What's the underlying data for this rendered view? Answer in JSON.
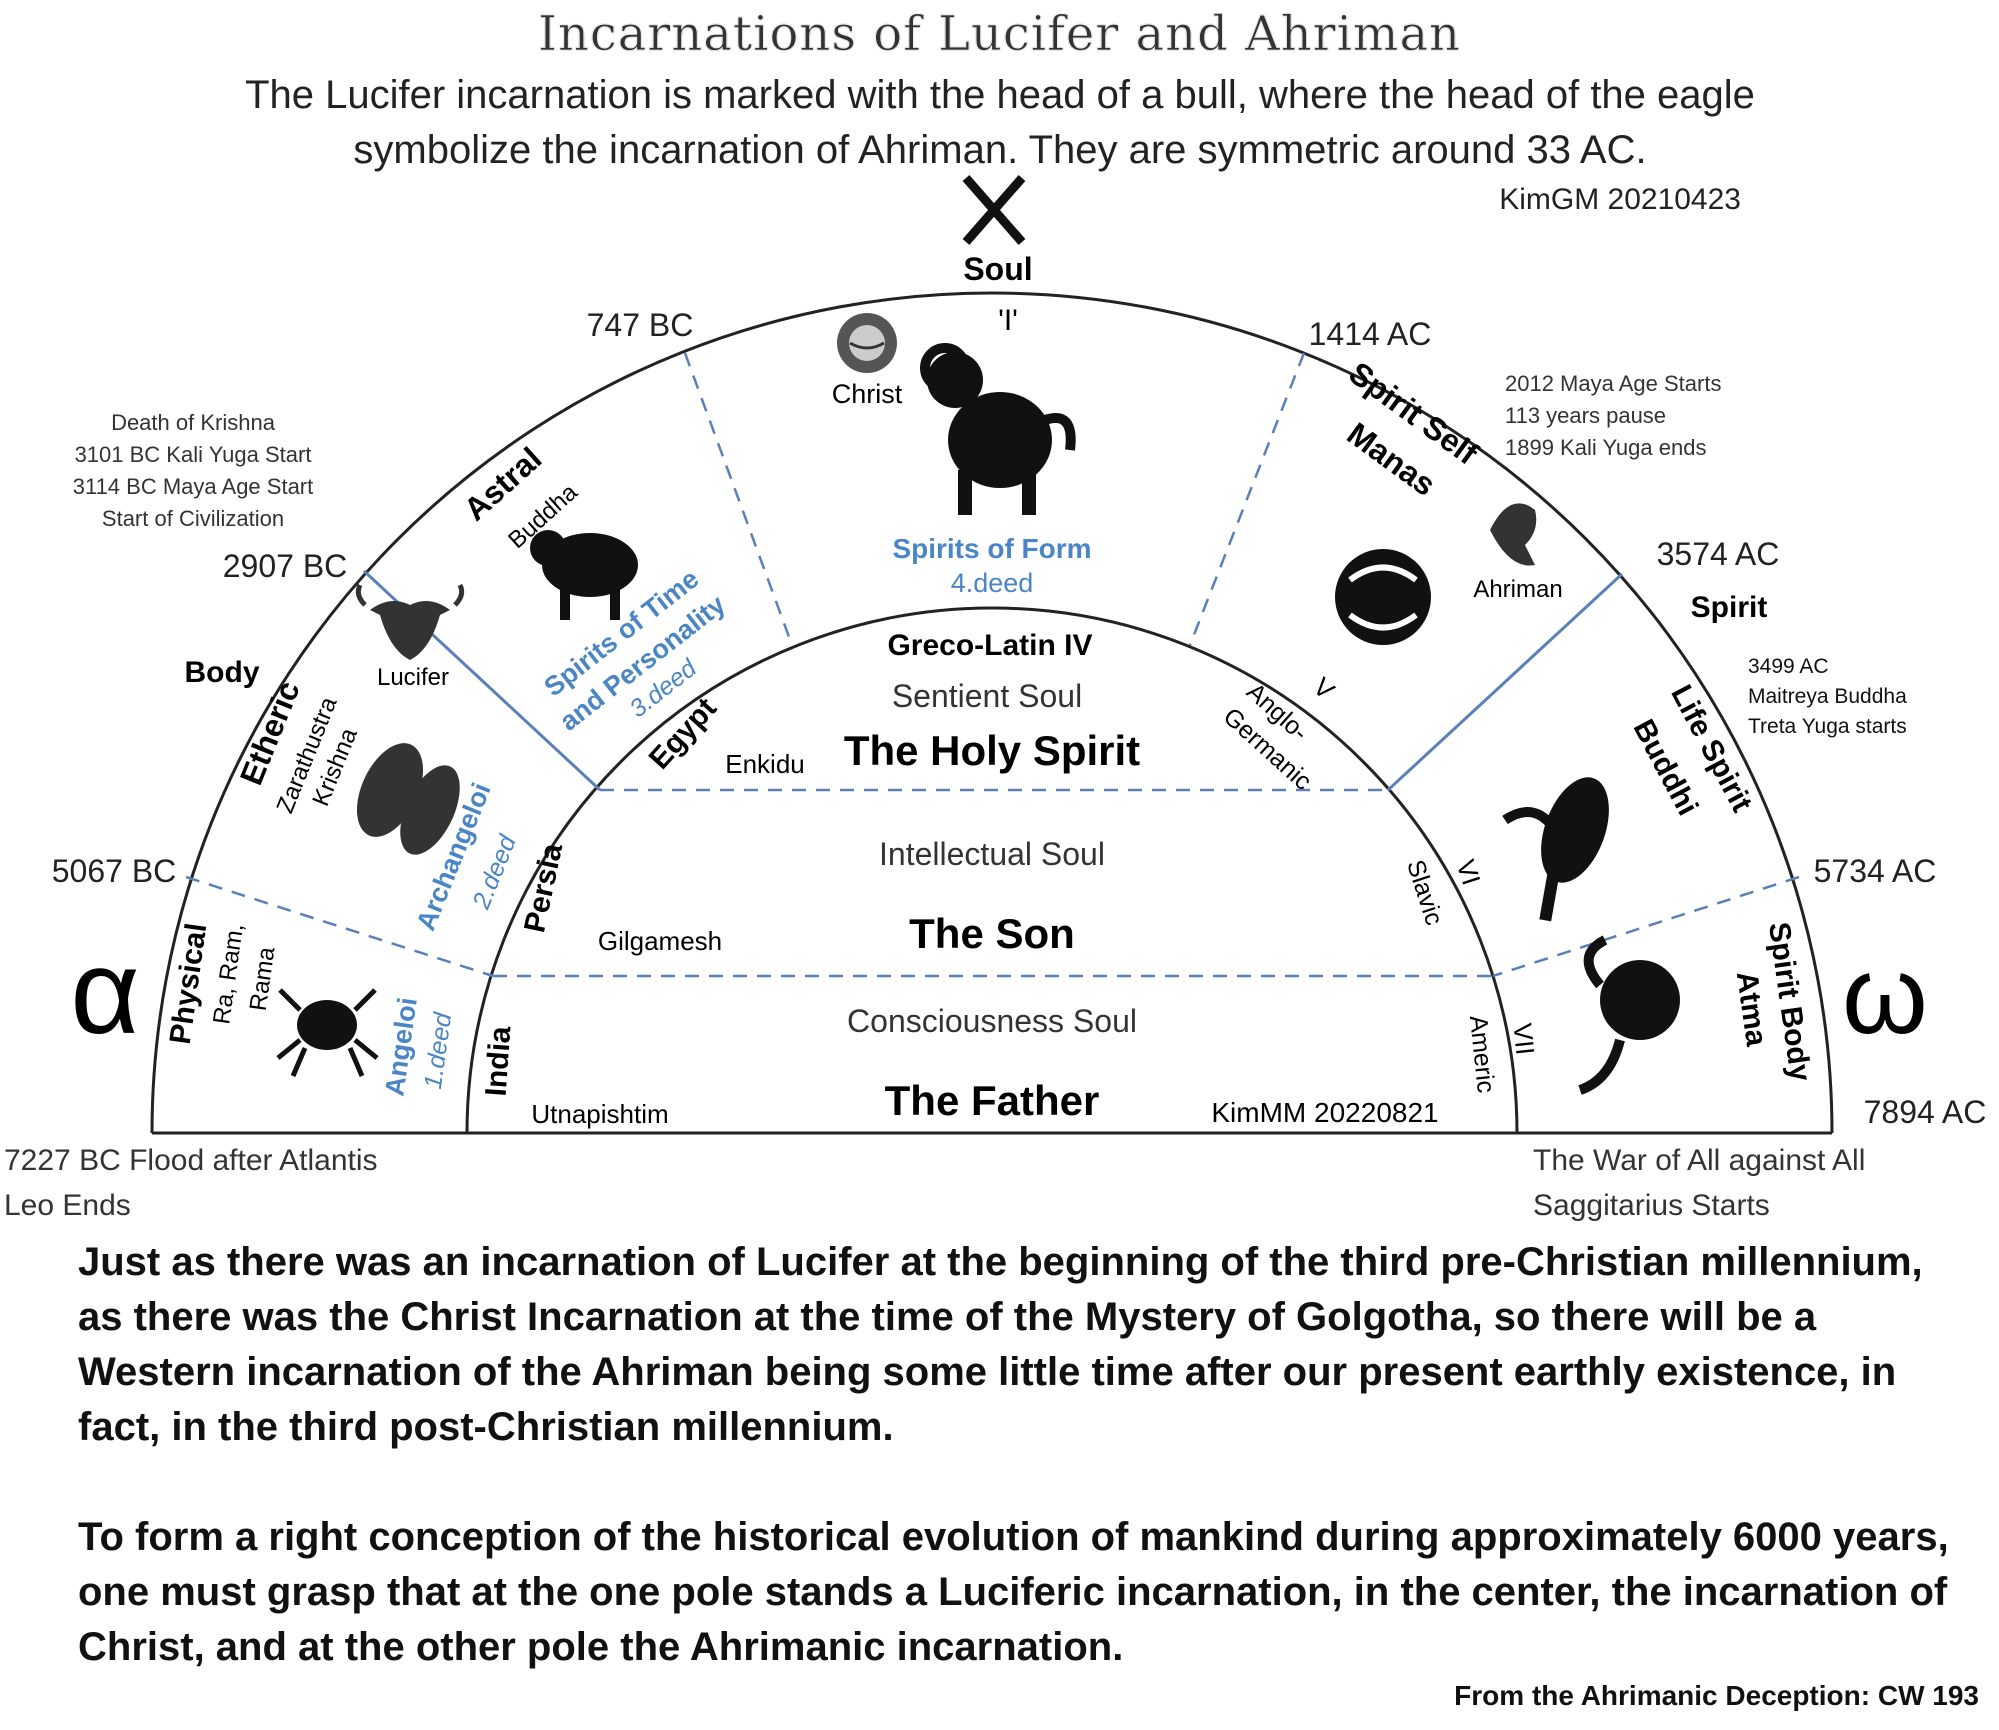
{
  "title": "Incarnations of Lucifer and Ahriman",
  "subtitle": "The Lucifer incarnation is marked with the head of a bull, where the head of the eagle symbolize the incarnation of Ahriman. They are symmetric around 33 AC.",
  "credit_top": "KimGM 20210423",
  "credit_inner": "KimMM 20220821",
  "top": {
    "cross": "✕",
    "soul": "Soul",
    "i": "'I'",
    "christ": "Christ"
  },
  "greek": {
    "alpha": "α",
    "omega": "ω"
  },
  "dates": {
    "d747": "747 BC",
    "d1414": "1414 AC",
    "d2907": "2907 BC",
    "d3574": "3574 AC",
    "d5067": "5067 BC",
    "d5734": "5734 AC",
    "d7894": "7894 AC"
  },
  "notes": {
    "krishna": [
      "Death of Krishna",
      "3101 BC Kali Yuga Start",
      "3114 BC Maya Age Start",
      "Start of Civilization"
    ],
    "maya": [
      "2012 Maya Age Starts",
      "113 years pause",
      "1899 Kali Yuga ends"
    ],
    "maitreya": [
      "3499 AC",
      "Maitreya Buddha",
      "Treta Yuga starts"
    ],
    "bottom_left": [
      "7227 BC Flood after Atlantis",
      "Leo Ends"
    ],
    "bottom_right": [
      "The War of All against All",
      "Saggitarius Starts"
    ]
  },
  "outer": {
    "body": "Body",
    "etheric": "Etheric",
    "zarathustra": "Zarathustra",
    "krishna": "Krishna",
    "lucifer": "Lucifer",
    "astral": "Astral",
    "buddha": "Buddha",
    "spirit_self": "Spirit Self",
    "manas": "Manas",
    "ahriman": "Ahriman",
    "spirit": "Spirit",
    "life_spirit": "Life Spirit",
    "buddhi": "Buddhi",
    "physical": "Physical",
    "ra": "Ra, Ram,",
    "rama": "Rama",
    "spirit_body": "Spirit Body",
    "atma": "Atma"
  },
  "hierarchies": {
    "form": "Spirits of Form",
    "form_deed": "4.deed",
    "time1": "Spirits of Time",
    "time2": "and Personality",
    "time_deed": "3.deed",
    "archangeloi": "Archangeloi",
    "arch_deed": "2.deed",
    "angeloi": "Angeloi",
    "ang_deed": "1.deed"
  },
  "epochs": {
    "greco": "Greco-Latin IV",
    "egypt": "Egypt",
    "persia": "Persia",
    "india": "India",
    "anglo": "Anglo-",
    "germanic": "Germanic",
    "v": "V",
    "slavic": "Slavic",
    "vi": "VI",
    "americ": "Americ",
    "vii": "VII",
    "enkidu": "Enkidu",
    "gilgamesh": "Gilgamesh",
    "utnapishtim": "Utnapishtim"
  },
  "inner": {
    "sentient": "Sentient Soul",
    "holy_spirit": "The Holy Spirit",
    "intellectual": "Intellectual Soul",
    "son": "The Son",
    "consciousness": "Consciousness Soul",
    "father": "The Father"
  },
  "quote": [
    "Just as there was an incarnation of Lucifer at the beginning of the third pre-Christian millennium, as there was the Christ Incarnation at the time of the Mystery of Golgotha, so there will be a Western incarnation of the Ahriman being some little time after our present earthly existence, in fact, in the third post-Christian millennium.",
    "To form a right conception of the historical evolution of mankind during approximately 6000 years, one must grasp that at the one pole stands a Luciferic incarnation, in the center, the incarnation of Christ, and at the other pole the Ahrimanic incarnation."
  ],
  "source": "From the Ahrimanic Deception: CW 193",
  "colors": {
    "blue_label": "#4a86c5",
    "divider": "#5b7fb8",
    "text": "#222222"
  }
}
